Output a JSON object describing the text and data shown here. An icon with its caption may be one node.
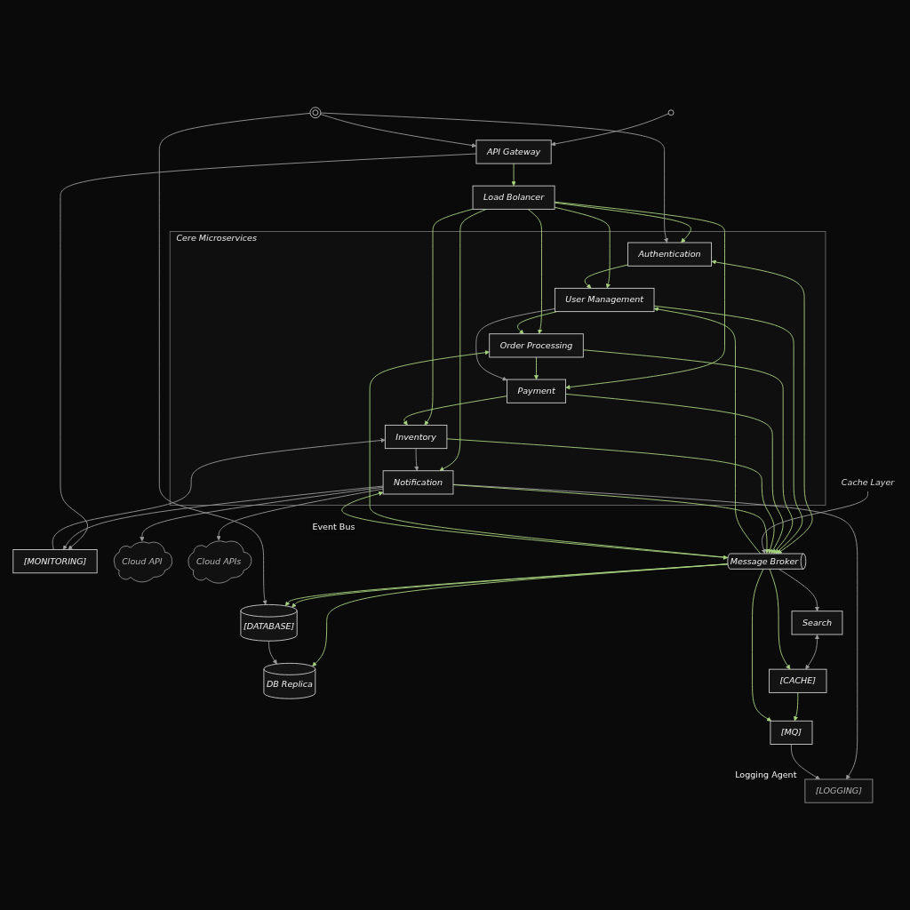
{
  "diagram": {
    "nodes": [
      {
        "text": [],
        "shape": "circle"
      },
      {
        "text": [
          "API Gateway"
        ]
      },
      {
        "text": [
          "[MONITORING]"
        ]
      },
      {
        "text": [
          "Load Bolancer"
        ]
      },
      {
        "text": [
          "Cere Microservices"
        ]
      },
      {
        "text": [
          "Authentication"
        ],
        "in": 4
      },
      {
        "text": [
          "User Management"
        ],
        "in": 4
      },
      {
        "text": [
          "Order Processing"
        ],
        "in": 4
      },
      {
        "text": [
          "Payment"
        ],
        "in": 4
      },
      {
        "text": [
          "Inventory"
        ],
        "in": 4
      },
      {
        "text": [
          "Notification"
        ],
        "in": 4
      },
      {
        "text": [],
        "shape": "globe"
      },
      {
        "text": [
          "Cloud API"
        ]
      },
      {
        "text": [
          "Cloud APIs"
        ]
      },
      {
        "text": [
          "Message Broker"
        ]
      },
      {
        "text": [
          "[LOGGING]"
        ]
      },
      {
        "text": [
          "[DATABASE]"
        ]
      },
      {
        "text": [
          "DB Replica"
        ]
      },
      {
        "text": [
          "Search"
        ]
      },
      {
        "text": [
          "[CACHE]"
        ]
      },
      {
        "text": [
          "Cache Layer"
        ]
      },
      {
        "text": [
          "[MQ]"
        ]
      }
    ],
    "edges": [
      {
        "from": 0,
        "to": 1,
        "arrow": "to",
        "color": "#9c9c9c"
      },
      {
        "from": 11,
        "to": 1,
        "arrow": "to",
        "color": "#9c9c9c"
      },
      {
        "from": 1,
        "to": 3,
        "arrow": "to"
      },
      {
        "from": 1,
        "to": 2,
        "arrow": "to",
        "color": "#9c9c9c"
      },
      {
        "from": 3,
        "to": 5,
        "arrow": "to"
      },
      {
        "from": 3,
        "to": 6,
        "arrow": "to"
      },
      {
        "from": 3,
        "to": 7,
        "arrow": "to"
      },
      {
        "from": 3,
        "to": 8,
        "arrow": "to"
      },
      {
        "from": 3,
        "to": 9,
        "arrow": "to"
      },
      {
        "from": 3,
        "to": 10,
        "arrow": "to"
      },
      {
        "from": 11,
        "to": 5,
        "arrow": "to",
        "color": "#9c9c9c"
      },
      {
        "from": 5,
        "to": 6,
        "arrow": "to"
      },
      {
        "from": 6,
        "to": 7,
        "arrow": "to"
      },
      {
        "from": 7,
        "to": 8,
        "arrow": "to"
      },
      {
        "from": 8,
        "to": 9,
        "arrow": "to"
      },
      {
        "from": 9,
        "to": 10,
        "arrow": "to",
        "color": "#9c9c9c"
      },
      {
        "from": 6,
        "to": 8,
        "arrow": "to",
        "color": "#9c9c9c"
      },
      {
        "from": 2,
        "to": 9,
        "arrow": "to",
        "color": "#9c9c9c"
      },
      {
        "from": 10,
        "to": 2,
        "arrow": "to",
        "color": "#9c9c9c"
      },
      {
        "from": 10,
        "to": 12,
        "arrow": "to",
        "color": "#9c9c9c"
      },
      {
        "from": 10,
        "to": 13,
        "arrow": "to",
        "color": "#9c9c9c"
      },
      {
        "from": 10,
        "to": 15,
        "arrow": "to",
        "color": "#9c9c9c"
      },
      {
        "from": 5,
        "to": 14,
        "arrow": "both"
      },
      {
        "from": 6,
        "to": 14,
        "arrow": "to"
      },
      {
        "from": 14,
        "to": 6,
        "arrow": "to"
      },
      {
        "from": 7,
        "to": 14,
        "arrow": "to"
      },
      {
        "from": 14,
        "to": 7,
        "arrow": "to"
      },
      {
        "from": 8,
        "to": 14,
        "arrow": "to"
      },
      {
        "from": 9,
        "to": 14,
        "arrow": "to"
      },
      {
        "from": 10,
        "to": 14,
        "arrow": "to"
      },
      {
        "from": 14,
        "to": 10,
        "arrow": "both",
        "label": "Event Bus"
      },
      {
        "from": 14,
        "to": 16,
        "arrow": "to"
      },
      {
        "from": 14,
        "to": 16,
        "arrow": "to"
      },
      {
        "from": 14,
        "to": 17,
        "arrow": "to"
      },
      {
        "from": 16,
        "to": 17,
        "arrow": "to",
        "color": "#9c9c9c"
      },
      {
        "from": 11,
        "to": 16,
        "arrow": "to",
        "color": "#9c9c9c"
      },
      {
        "from": 14,
        "to": 18,
        "arrow": "to",
        "color": "#9c9c9c"
      },
      {
        "from": 18,
        "to": 19,
        "arrow": "both",
        "color": "#9c9c9c"
      },
      {
        "from": 14,
        "to": 19,
        "arrow": "to"
      },
      {
        "from": 20,
        "to": 14,
        "arrow": "to",
        "color": "#9c9c9c"
      },
      {
        "from": 19,
        "to": 21,
        "arrow": "to"
      },
      {
        "from": 14,
        "to": 21,
        "arrow": "to"
      },
      {
        "from": 21,
        "to": 15,
        "arrow": "to",
        "label": "Logging Agent",
        "color": "#9c9c9c"
      }
    ]
  }
}
